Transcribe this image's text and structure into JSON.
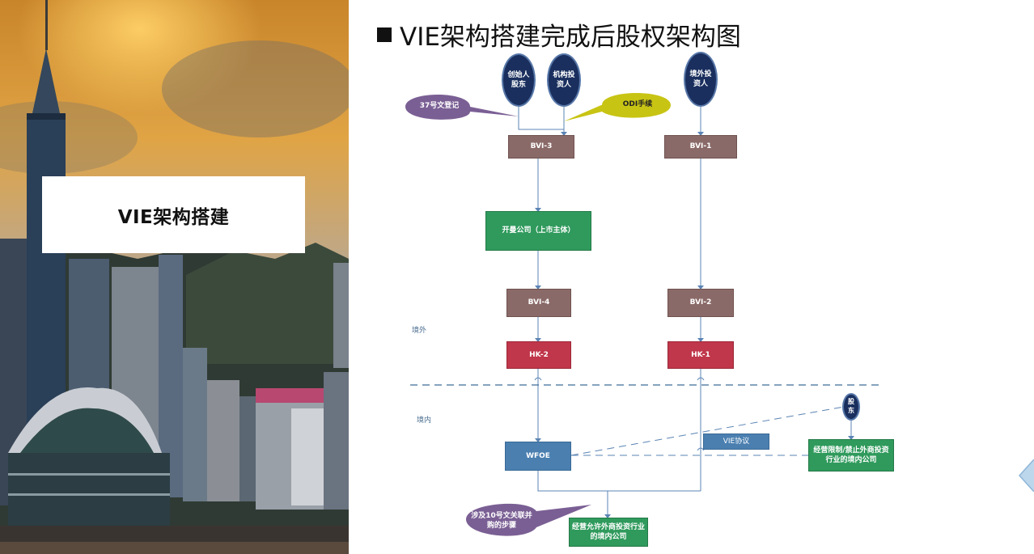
{
  "left": {
    "card_title": "VIE架构搭建"
  },
  "slide": {
    "title": "VIE架构搭建完成后股权架构图"
  },
  "diagram": {
    "founder": "创始人股东",
    "inst_investor": "机构投资人",
    "foreign_investor": "境外投资人",
    "callout_37": "37号文登记",
    "callout_odi": "ODI手续",
    "bvi3": "BVI-3",
    "bvi1": "BVI-1",
    "cayman": "开曼公司（上市主体）",
    "bvi4": "BVI-4",
    "bvi2": "BVI-2",
    "hk2": "HK-2",
    "hk1": "HK-1",
    "offshore": "境外",
    "onshore": "境内",
    "wfoe": "WFOE",
    "vie": "VIE协议",
    "shareholder": "股东",
    "restricted": "经营限制/禁止外商投资行业的境内公司",
    "permitted": "经营允许外商投资行业的境内公司",
    "callout_10": "涉及10号文关联并购的步骤"
  },
  "colors": {
    "oval": "#1a2f5e",
    "brown": "#8a6a68",
    "green": "#2f9a5c",
    "red": "#c0364a",
    "blue": "#4a7fb0",
    "purple_callout": "#7a5f94",
    "yellow_callout": "#c8c414",
    "line": "#5b84b4"
  }
}
